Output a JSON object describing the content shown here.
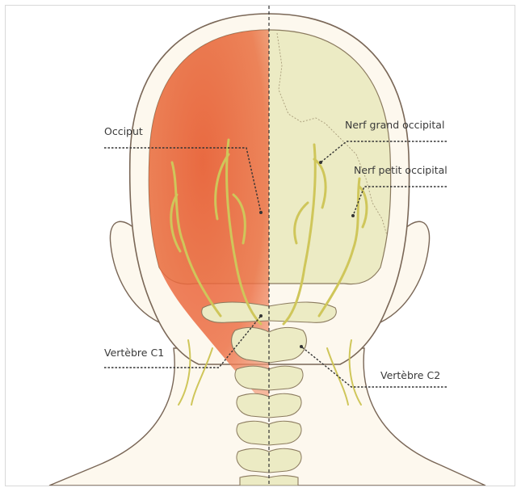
{
  "labels": {
    "occiput": "Occiput",
    "nerf_grand_occipital": "Nerf grand occipital",
    "nerf_petit_occipital": "Nerf petit occipital",
    "vertebre_c1": "Vertèbre C1",
    "vertebre_c2": "Vertèbre C2"
  },
  "colors": {
    "pain_area": "#e8572e",
    "bone": "#ecebc4",
    "skin": "#fdf8ee",
    "nerve": "#d9d45a",
    "outline": "#6d5a4a",
    "leader_line": "#333333"
  }
}
